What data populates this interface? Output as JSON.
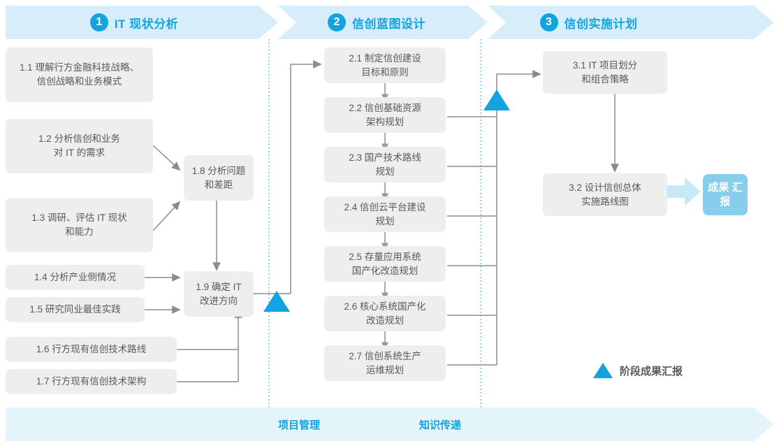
{
  "phases": [
    {
      "num": "1",
      "title": "IT 现状分析"
    },
    {
      "num": "2",
      "title": "信创蓝图设计"
    },
    {
      "num": "3",
      "title": "信创实施计划"
    }
  ],
  "phase1_tasks": [
    {
      "id": "1.1",
      "line1": "1.1 理解行方金融科技战略、",
      "line2": "信创战略和业务模式"
    },
    {
      "id": "1.2",
      "line1": "1.2 分析信创和业务",
      "line2": "对 IT 的需求"
    },
    {
      "id": "1.3",
      "line1": "1.3 调研、评估 IT 现状",
      "line2": "和能力"
    },
    {
      "id": "1.4",
      "line1": "1.4 分析产业侧情况",
      "line2": ""
    },
    {
      "id": "1.5",
      "line1": "1.5 研究同业最佳实践",
      "line2": ""
    },
    {
      "id": "1.6",
      "line1": "1.6 行方现有信创技术路线",
      "line2": ""
    },
    {
      "id": "1.7",
      "line1": "1.7 行方现有信创技术架构",
      "line2": ""
    },
    {
      "id": "1.8",
      "line1": "1.8 分析问题",
      "line2": "和差距"
    },
    {
      "id": "1.9",
      "line1": "1.9 确定 IT",
      "line2": "改进方向"
    }
  ],
  "phase2_tasks": [
    {
      "id": "2.1",
      "line1": "2.1 制定信创建设",
      "line2": "目标和原则"
    },
    {
      "id": "2.2",
      "line1": "2.2 信创基础资源",
      "line2": "架构规划"
    },
    {
      "id": "2.3",
      "line1": "2.3 国产技术路线",
      "line2": "规划"
    },
    {
      "id": "2.4",
      "line1": "2.4 信创云平台建设",
      "line2": "规划"
    },
    {
      "id": "2.5",
      "line1": "2.5 存量应用系统",
      "line2": "国产化改造规划"
    },
    {
      "id": "2.6",
      "line1": "2.6 核心系统国产化",
      "line2": "改造规划"
    },
    {
      "id": "2.7",
      "line1": "2.7 信创系统生产",
      "line2": "运维规划"
    }
  ],
  "phase3_tasks": [
    {
      "id": "3.1",
      "line1": "3.1 IT 项目划分",
      "line2": "和组合策略"
    },
    {
      "id": "3.2",
      "line1": "3.2 设计信创总体",
      "line2": "实施路线图"
    }
  ],
  "outcome_chip": {
    "line1": "成果",
    "line2": "汇报"
  },
  "legend": {
    "label": "阶段成果汇报"
  },
  "bottom_band": {
    "label1": "项目管理",
    "label2": "知识传递"
  },
  "colors": {
    "accent": "#13a3e0",
    "band": "#e3f4fb",
    "header": "#d7eefa",
    "box": "#eeeeee",
    "box_text": "#595959",
    "chip": "#87cdec",
    "chip_arrow": "#c9e8f7",
    "wire": "#8c8c8c",
    "divider": "#39b3e5"
  }
}
